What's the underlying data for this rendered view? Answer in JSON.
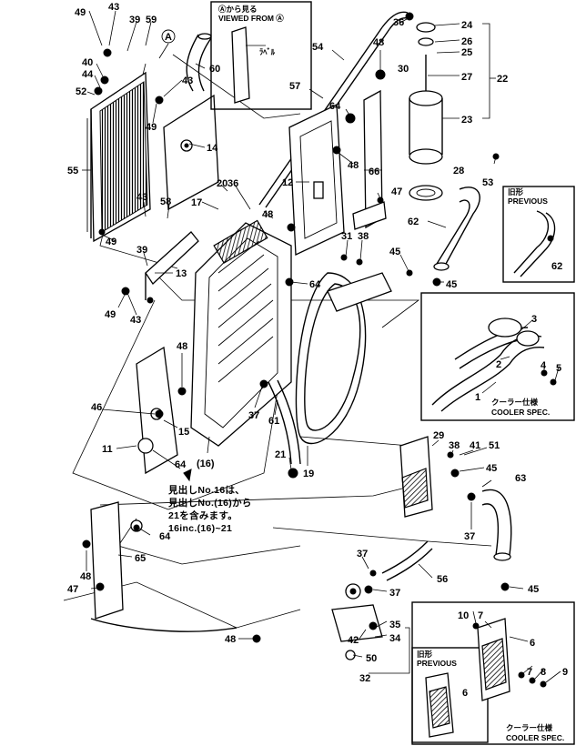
{
  "callouts": {
    "c24": "24",
    "c26": "26",
    "c25": "25",
    "c27": "27",
    "c22": "22",
    "c23": "23",
    "c53": "53",
    "c28": "28",
    "c36a": "36",
    "c48a": "48",
    "c30": "30",
    "c54": "54",
    "c57": "57",
    "c64a": "64",
    "c48b": "48",
    "c66": "66",
    "c47a": "47",
    "c12": "12",
    "c49a": "49",
    "c43a": "43",
    "c39a": "39",
    "c59": "59",
    "c40": "40",
    "c44": "44",
    "c52": "52",
    "c60": "60",
    "c43b": "43",
    "c49b": "49",
    "c14": "14",
    "c55": "55",
    "c20": "20",
    "c36b": "36",
    "c17": "17",
    "c58": "58",
    "c43c": "43",
    "c48c": "48",
    "c49c": "49",
    "c39b": "39",
    "c13": "13",
    "c49d": "49",
    "c43d": "43",
    "c31": "31",
    "c38a": "38",
    "c64b": "64",
    "c45a": "45",
    "c45b": "45",
    "c62": "62",
    "c48d": "48",
    "c46": "46",
    "c15": "15",
    "c11": "11",
    "c64c": "64",
    "c16": "(16)",
    "c37a": "37",
    "c61": "61",
    "c21": "21",
    "c19": "19",
    "c29": "29",
    "c38b": "38",
    "c41": "41",
    "c51": "51",
    "c45c": "45",
    "c63": "63",
    "c37b": "37",
    "c64d": "64",
    "c65": "65",
    "c48e": "48",
    "c47b": "47",
    "c37c": "37",
    "c56": "56",
    "c37d": "37",
    "c42": "42",
    "c35": "35",
    "c34": "34",
    "c50": "50",
    "c32": "32",
    "c48f": "48",
    "c45d": "45",
    "c62b": "62",
    "c3": "3",
    "c2": "2",
    "c4": "4",
    "c5": "5",
    "c1": "1",
    "c10": "10",
    "c7a": "7",
    "c6a": "6",
    "c7b": "7",
    "c8": "8",
    "c9": "9",
    "c6b": "6",
    "cA": "A"
  },
  "view_box": {
    "line1": "Ⓐから見る",
    "line2": "VIEWED FROM Ⓐ",
    "part_label": "ﾗﾍﾞﾙ"
  },
  "previous_box_top": {
    "jp": "旧形",
    "en": "PREVIOUS",
    "part": "62"
  },
  "cooler_box_mid": {
    "jp": "クーラー仕様",
    "en": "COOLER SPEC."
  },
  "previous_box_bottom": {
    "jp": "旧形",
    "en": "PREVIOUS",
    "part": "6"
  },
  "cooler_box_bottom": {
    "jp": "クーラー仕様",
    "en": "COOLER SPEC."
  },
  "note": {
    "line1": "見出しNo.16は、",
    "line2": "見出しNo.(16)から",
    "line3": "21を含みます。",
    "line4": "16inc.(16)~21"
  }
}
